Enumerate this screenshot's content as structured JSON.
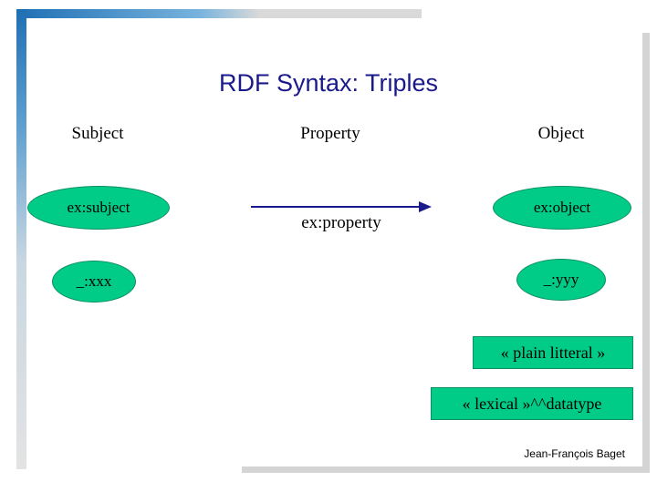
{
  "slide": {
    "title": "RDF Syntax: Triples",
    "columns": {
      "subject": "Subject",
      "property": "Property",
      "object": "Object"
    },
    "nodes": {
      "subject_uri": "ex:subject",
      "object_uri": "ex:object",
      "blank_node": "_:xxx",
      "literal_blank": "_:yyy"
    },
    "edge": {
      "label": "ex:property"
    },
    "literals": {
      "plain": "« plain litteral »",
      "typed": "« lexical »^^datatype"
    },
    "author": "Jean-François Baget",
    "colors": {
      "node_fill": "#00cc88",
      "title": "#1a1a8c",
      "accent": "#1f6fb4"
    }
  }
}
